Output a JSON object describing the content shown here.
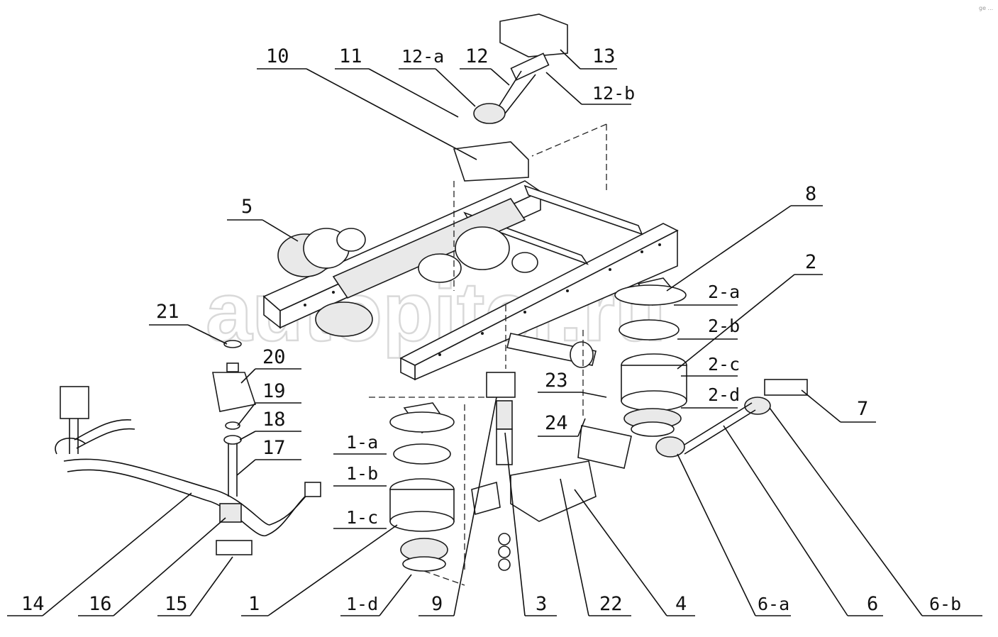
{
  "watermark": "autopiter.ru",
  "corner_text": "ge ...",
  "callouts": [
    {
      "id": "c10",
      "text": "10"
    },
    {
      "id": "c11",
      "text": "11"
    },
    {
      "id": "c12a",
      "text": "12-a"
    },
    {
      "id": "c12",
      "text": "12"
    },
    {
      "id": "c13",
      "text": "13"
    },
    {
      "id": "c12b",
      "text": "12-b"
    },
    {
      "id": "c5",
      "text": "5"
    },
    {
      "id": "c8",
      "text": "8"
    },
    {
      "id": "c2",
      "text": "2"
    },
    {
      "id": "c2a",
      "text": "2-a"
    },
    {
      "id": "c2b",
      "text": "2-b"
    },
    {
      "id": "c2c",
      "text": "2-c"
    },
    {
      "id": "c2d",
      "text": "2-d"
    },
    {
      "id": "c21",
      "text": "21"
    },
    {
      "id": "c20",
      "text": "20"
    },
    {
      "id": "c19",
      "text": "19"
    },
    {
      "id": "c18",
      "text": "18"
    },
    {
      "id": "c17",
      "text": "17"
    },
    {
      "id": "c23",
      "text": "23"
    },
    {
      "id": "c24",
      "text": "24"
    },
    {
      "id": "c7",
      "text": "7"
    },
    {
      "id": "c1a",
      "text": "1-a"
    },
    {
      "id": "c1b",
      "text": "1-b"
    },
    {
      "id": "c1c",
      "text": "1-c"
    },
    {
      "id": "c14",
      "text": "14"
    },
    {
      "id": "c16",
      "text": "16"
    },
    {
      "id": "c15",
      "text": "15"
    },
    {
      "id": "c1",
      "text": "1"
    },
    {
      "id": "c1d",
      "text": "1-d"
    },
    {
      "id": "c9",
      "text": "9"
    },
    {
      "id": "c3",
      "text": "3"
    },
    {
      "id": "c22",
      "text": "22"
    },
    {
      "id": "c4",
      "text": "4"
    },
    {
      "id": "c6a",
      "text": "6-a"
    },
    {
      "id": "c6",
      "text": "6"
    },
    {
      "id": "c6b",
      "text": "6-b"
    }
  ]
}
